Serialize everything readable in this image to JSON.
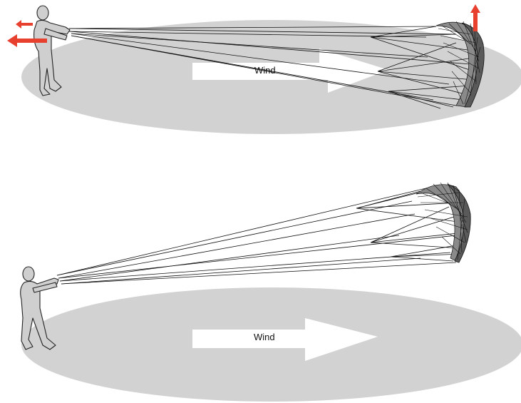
{
  "panels": [
    {
      "id": "top",
      "wind_label": "Wind",
      "force_arrows": true
    },
    {
      "id": "bottom",
      "wind_label": "Wind",
      "force_arrows": false
    }
  ],
  "colors": {
    "ground": "#d2d2d2",
    "arrow": "#ffffff",
    "force_arrow": "#e8402f",
    "line": "#111111"
  }
}
